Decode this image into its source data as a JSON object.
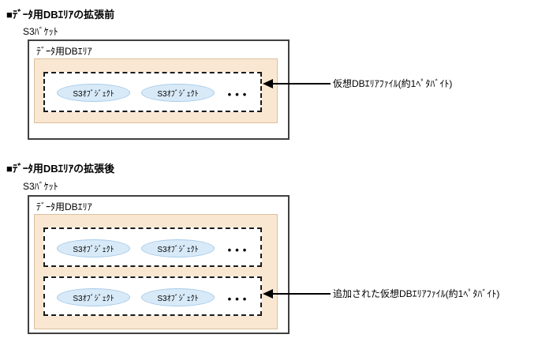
{
  "diagram": {
    "kind": "s3-db-area-expansion-diagram",
    "colors": {
      "background": "#ffffff",
      "bucket_border": "#404040",
      "db_area_fill": "#fae7d2",
      "db_area_border": "#dcbf9e",
      "virtual_file_border": "#1a1a1a",
      "s3_object_fill": "#d8eaf8",
      "s3_object_border": "#a8cbe8",
      "arrow": "#000000",
      "text": "#000000"
    },
    "sections": [
      {
        "title": "■ﾃﾞｰﾀ用DBｴﾘｱの拡張前",
        "bucket_label": "S3ﾊﾞｹｯﾄ",
        "area_label": "ﾃﾞｰﾀ用DBｴﾘｱ",
        "annotation": "仮想DBｴﾘｱﾌｧｲﾙ(約1ﾍﾟﾀﾊﾞｲﾄ)",
        "files": [
          {
            "objects": [
              "S3ｵﾌﾞｼﾞｪｸﾄ",
              "S3ｵﾌﾞｼﾞｪｸﾄ"
            ],
            "dots": "•••"
          }
        ]
      },
      {
        "title": "■ﾃﾞｰﾀ用DBｴﾘｱの拡張後",
        "bucket_label": "S3ﾊﾞｹｯﾄ",
        "area_label": "ﾃﾞｰﾀ用DBｴﾘｱ",
        "annotation": "追加された仮想DBｴﾘｱﾌｧｲﾙ(約1ﾍﾟﾀﾊﾞｲﾄ)",
        "files": [
          {
            "objects": [
              "S3ｵﾌﾞｼﾞｪｸﾄ",
              "S3ｵﾌﾞｼﾞｪｸﾄ"
            ],
            "dots": "•••"
          },
          {
            "objects": [
              "S3ｵﾌﾞｼﾞｪｸﾄ",
              "S3ｵﾌﾞｼﾞｪｸﾄ"
            ],
            "dots": "•••"
          }
        ]
      }
    ]
  }
}
